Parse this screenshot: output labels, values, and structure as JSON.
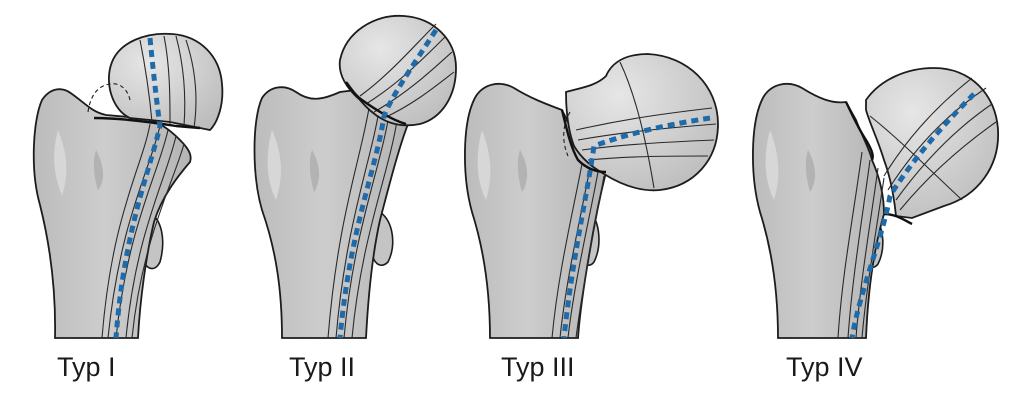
{
  "figure": {
    "panels": [
      {
        "label": "Typ I"
      },
      {
        "label": "Typ II"
      },
      {
        "label": "Typ III"
      },
      {
        "label": "Typ IV"
      }
    ],
    "colors": {
      "background": "#ffffff",
      "bone_fill": "#c8c8c8",
      "bone_light": "#dcdcdc",
      "bone_shadow": "#a9a9a9",
      "outline": "#1c1c1c",
      "vessel_blue": "#1f6aa8",
      "label_text": "#1a1a1a"
    }
  }
}
